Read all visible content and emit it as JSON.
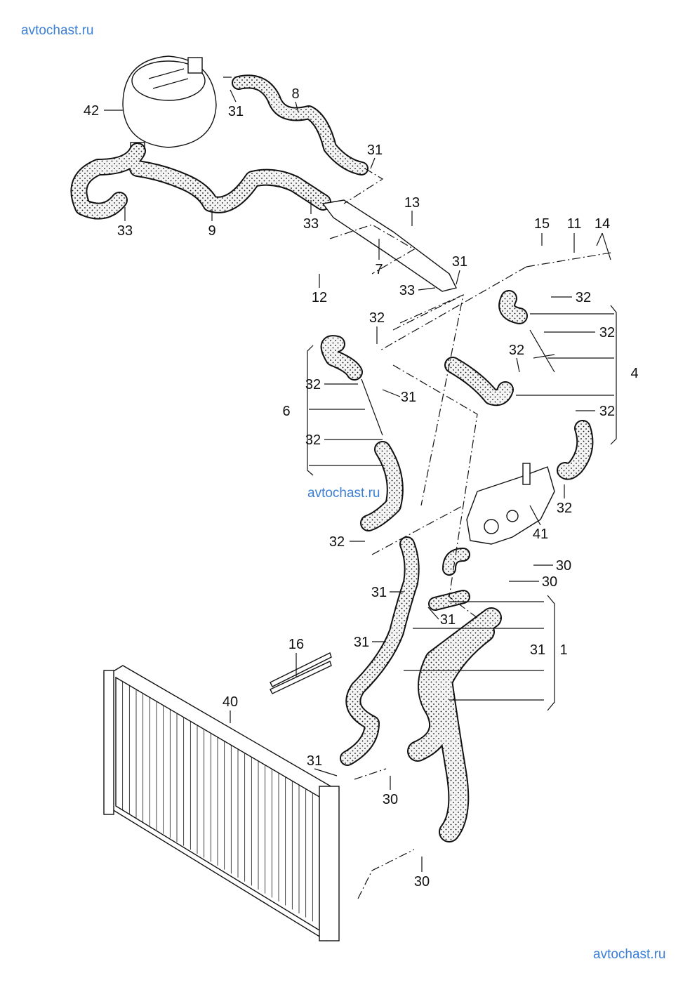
{
  "watermarks": [
    "avtochast.ru",
    "avtochast.ru",
    "avtochast.ru"
  ],
  "labels": [
    "42",
    "31",
    "8",
    "31",
    "13",
    "33",
    "9",
    "33",
    "15",
    "11",
    "14",
    "7",
    "31",
    "12",
    "33",
    "32",
    "32",
    "32",
    "32",
    "4",
    "6",
    "32",
    "31",
    "32",
    "32",
    "32",
    "41",
    "32",
    "30",
    "30",
    "31",
    "31",
    "31",
    "31",
    "1",
    "16",
    "40",
    "31",
    "30",
    "30"
  ],
  "colors": {
    "watermark": "#3a7fd5",
    "line": "#111111",
    "hose_fill": "#f4f4f4"
  }
}
